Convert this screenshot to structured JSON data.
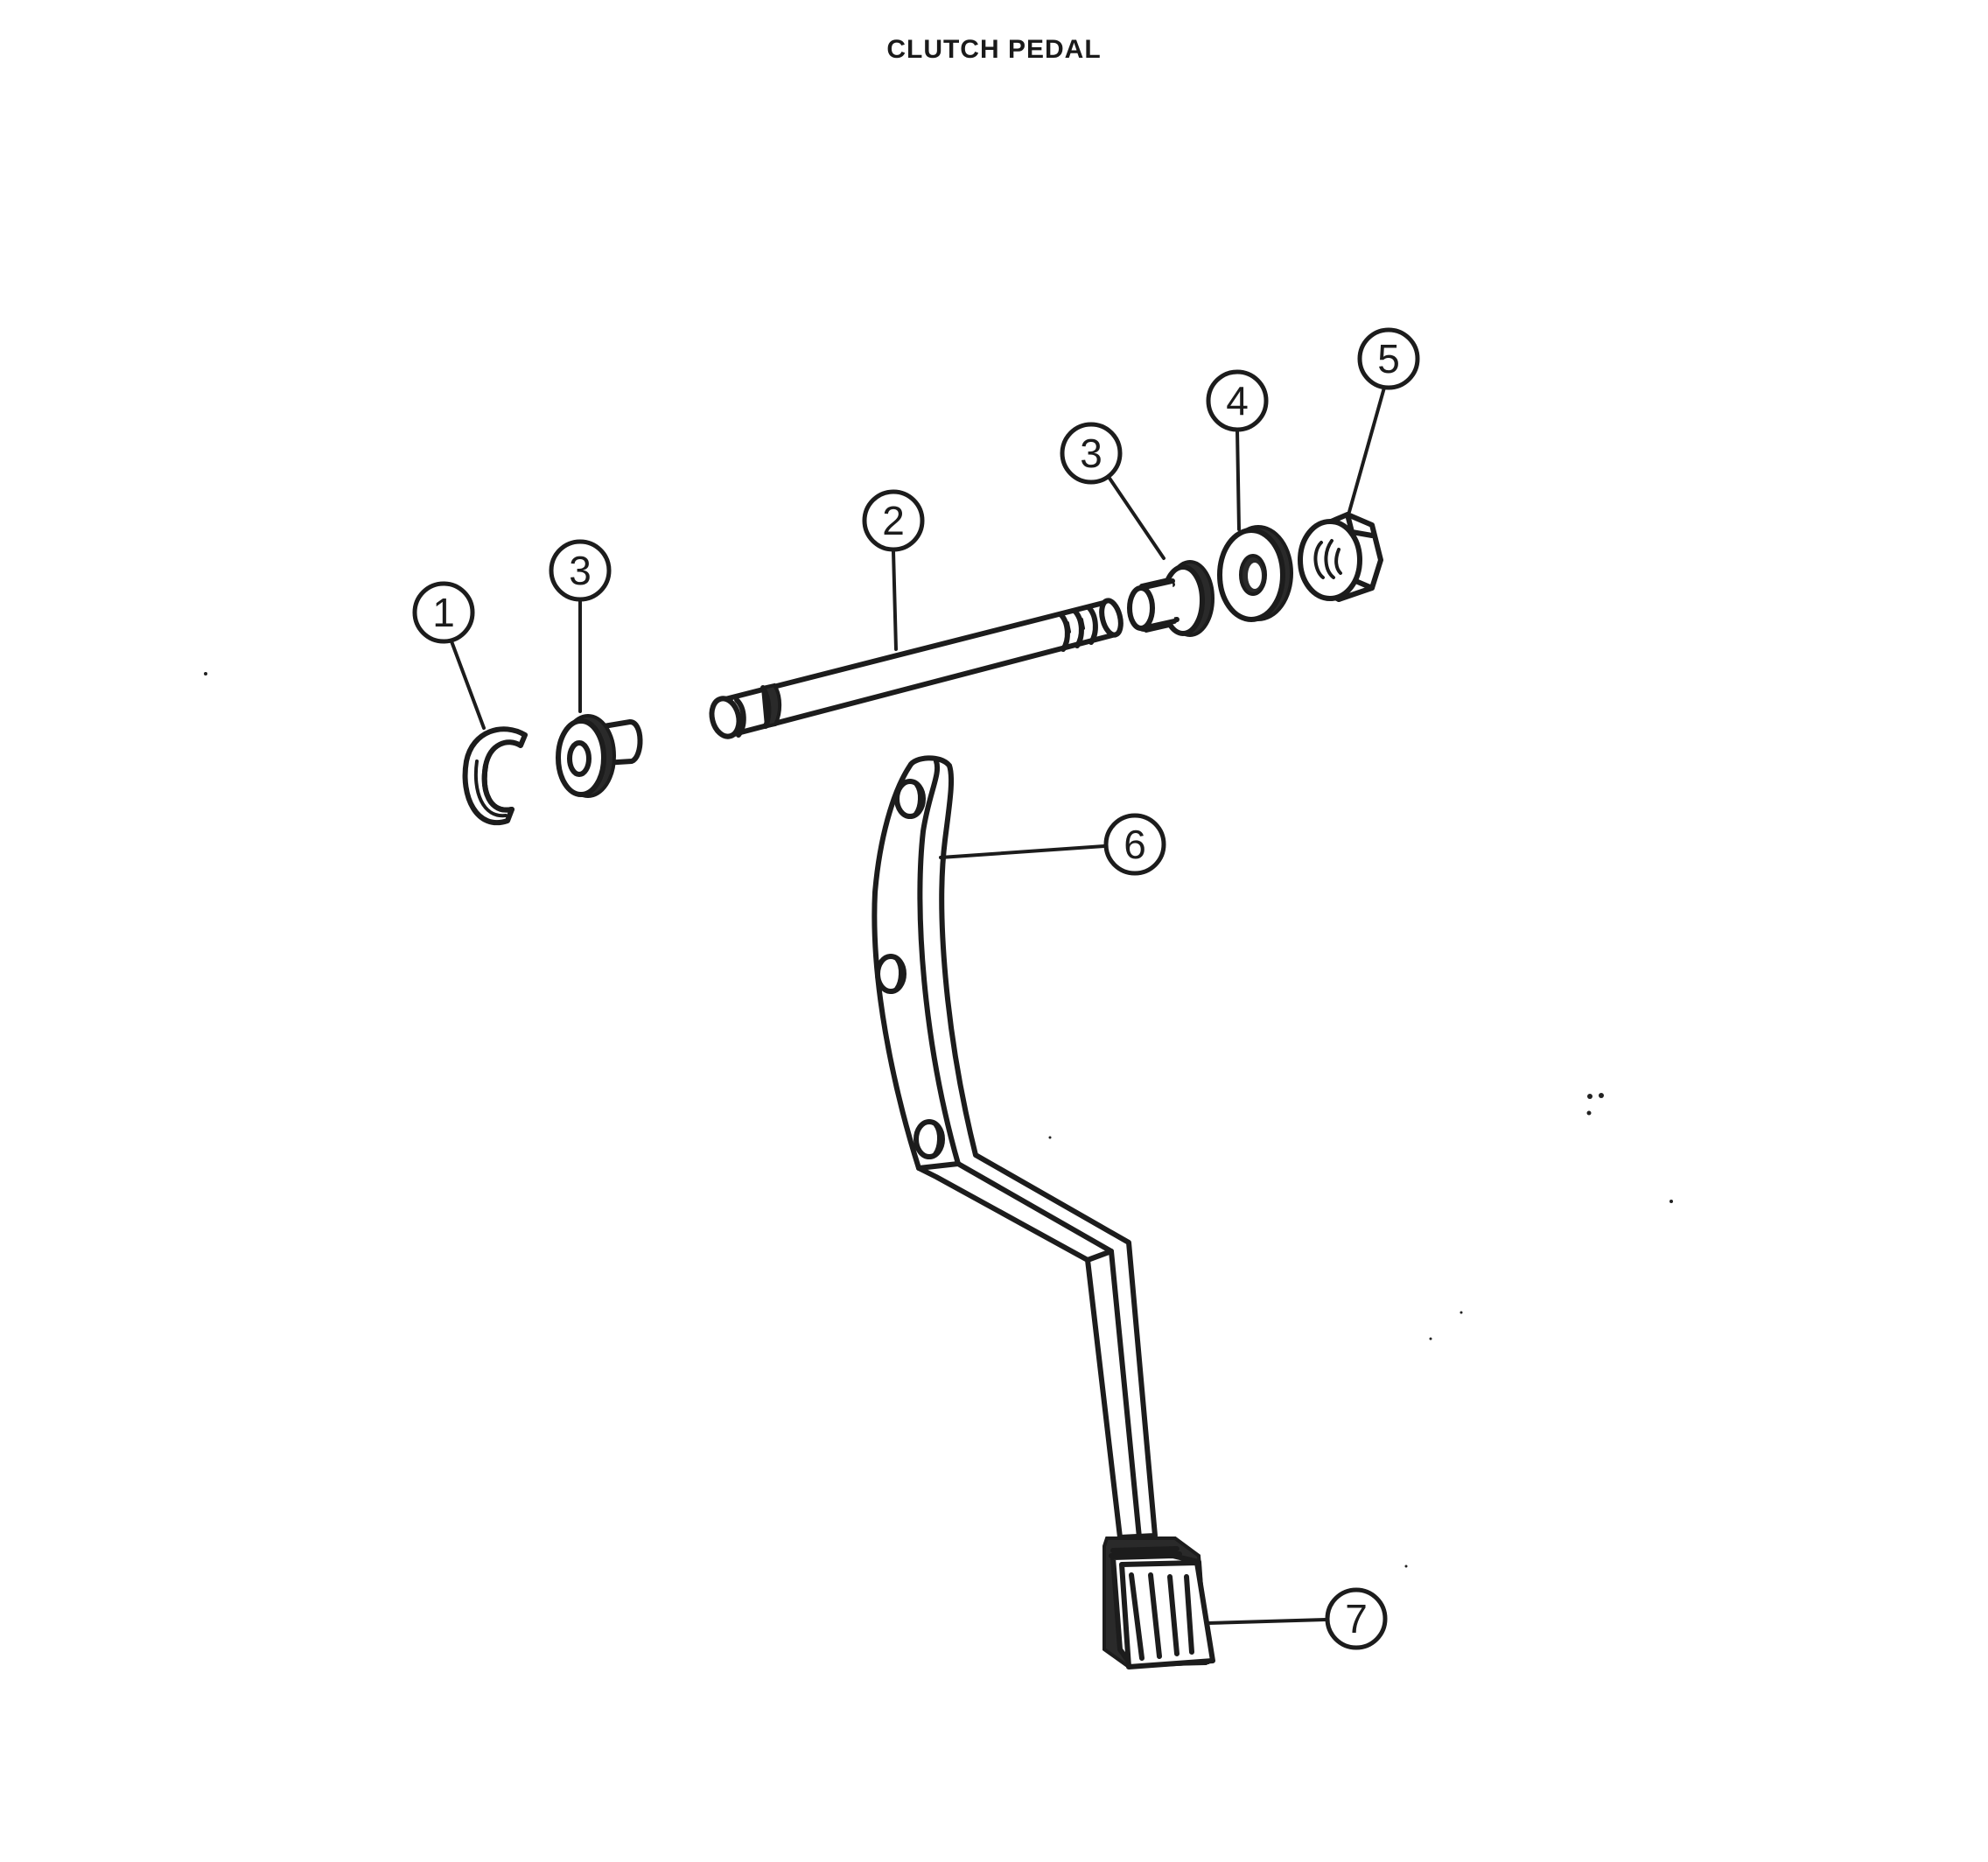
{
  "title": "CLUTCH PEDAL",
  "callouts": [
    {
      "number": "1",
      "part": "c-clip"
    },
    {
      "number": "2",
      "part": "pedal-shaft"
    },
    {
      "number": "3",
      "part": "bushing-left"
    },
    {
      "number": "3",
      "part": "bushing-right"
    },
    {
      "number": "4",
      "part": "washer"
    },
    {
      "number": "5",
      "part": "nut"
    },
    {
      "number": "6",
      "part": "pedal-arm"
    },
    {
      "number": "7",
      "part": "pedal-pad"
    }
  ],
  "colors": {
    "ink": "#1c1c1c",
    "paper": "#ffffff"
  }
}
